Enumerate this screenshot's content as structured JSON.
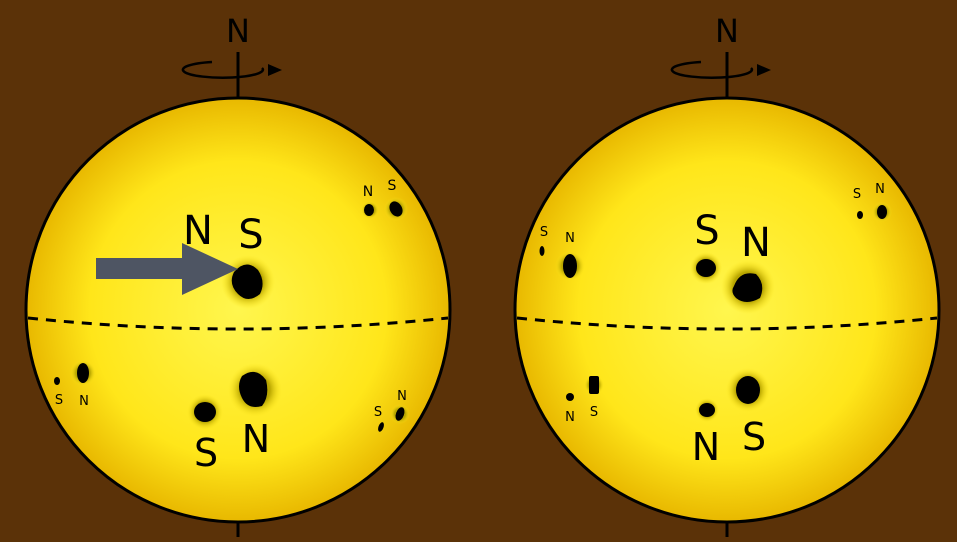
{
  "colors": {
    "background": "#5b3208",
    "sun_center": "#fff34a",
    "sun_edge": "#e2b400",
    "spot": "#000000",
    "penumbra": "#c7b300",
    "arrow": "#4e5563"
  },
  "icons": {
    "rotation": "counterclockwise-rotation-arrow-icon",
    "pointer": "right-arrow-icon"
  },
  "left_sun": {
    "pole_label": "N",
    "big_pair_upper": {
      "left": "N",
      "right": "S"
    },
    "big_pair_lower": {
      "left": "S",
      "right": "N"
    },
    "small_upper_right": {
      "left": "N",
      "right": "S"
    },
    "small_lower_left": {
      "left": "S",
      "right": "N"
    },
    "small_lower_right": {
      "left": "S",
      "right": "N"
    }
  },
  "right_sun": {
    "pole_label": "N",
    "big_pair_upper": {
      "left": "S",
      "right": "N"
    },
    "big_pair_lower": {
      "left": "N",
      "right": "S"
    },
    "small_upper_right": {
      "left": "S",
      "right": "N"
    },
    "small_upper_left": {
      "left": "S",
      "right": "N"
    },
    "small_lower_left": {
      "left": "N",
      "right": "S"
    }
  }
}
